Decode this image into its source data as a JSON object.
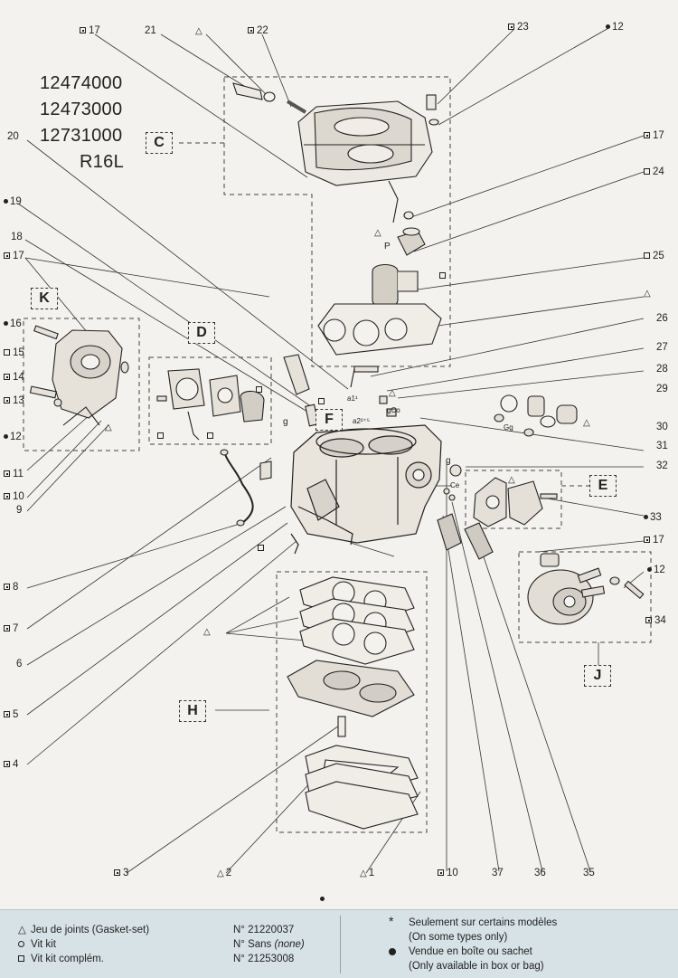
{
  "reference_numbers": [
    "12474000",
    "12473000",
    "12731000",
    "R16L"
  ],
  "groups": {
    "C": "C",
    "D": "D",
    "E": "E",
    "F": "F",
    "H": "H",
    "J": "J",
    "K": "K"
  },
  "callouts": {
    "n1": "1",
    "n2": "2",
    "n3": "3",
    "n4": "4",
    "n5": "5",
    "n6": "6",
    "n7": "7",
    "n8": "8",
    "n9": "9",
    "n10a": "10",
    "n10b": "10",
    "n11": "11",
    "n12a": "12",
    "n12b": "12",
    "n12c": "12",
    "n13": "13",
    "n14": "14",
    "n15": "15",
    "n16": "16",
    "n17a": "17",
    "n17b": "17",
    "n17c": "17",
    "n17d": "17",
    "n18": "18",
    "n19": "19",
    "n20": "20",
    "n21": "21",
    "n22": "22",
    "n23": "23",
    "n24": "24",
    "n25": "25",
    "n26": "26",
    "n27": "27",
    "n28": "28",
    "n29": "29",
    "n30": "30",
    "n31": "31",
    "n32": "32",
    "n33": "33",
    "n34": "34",
    "n35": "35",
    "n36": "36",
    "n37": "37"
  },
  "small_labels": {
    "p": "P",
    "g1": "g",
    "g2": "g",
    "a1": "a1¹",
    "a2": "a2²⁺⁵",
    "gco": "gCo",
    "ce": "Ce",
    "gg": "Gg"
  },
  "legend": {
    "gasket_label": "Jeu de joints (Gasket-set)",
    "gasket_no": "N° 21220037",
    "vit_label": "Vit kit",
    "vit_no_prefix": "N° Sans",
    "vit_no_italic": "(none)",
    "complem_label": "Vit kit complém.",
    "complem_no": "N° 21253008",
    "note1_line1": "Seulement sur certains modèles",
    "note1_line2": "(On some types only)",
    "note2_line1": "Vendue en boîte ou sachet",
    "note2_line2": "(Only available in box or bag)"
  },
  "colors": {
    "paper": "#f4f2ee",
    "legend_bg": "#d7e2e6",
    "ink": "#222222"
  }
}
